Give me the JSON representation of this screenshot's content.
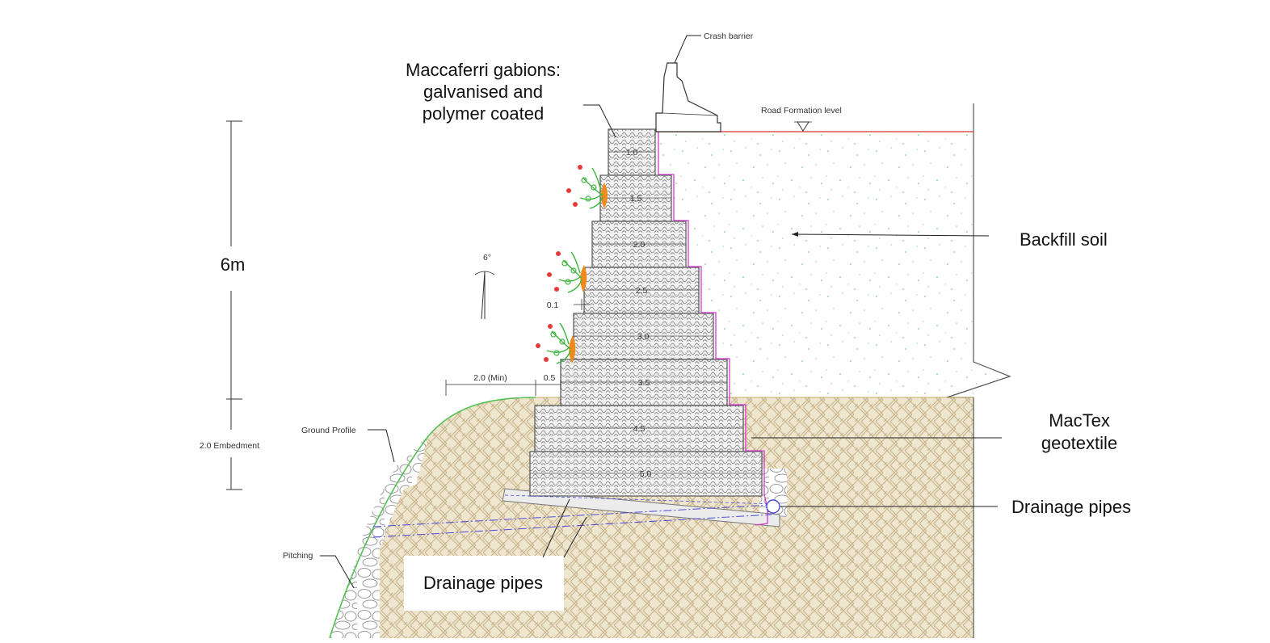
{
  "callouts": {
    "gabions_line1": "Maccaferri gabions:",
    "gabions_line2": "galvanised and",
    "gabions_line3": "polymer coated",
    "backfill": "Backfill soil",
    "geotextile_line1": "MacTex",
    "geotextile_line2": "geotextile",
    "drainage_right": "Drainage pipes",
    "drainage_bottom": "Drainage pipes"
  },
  "labels": {
    "crash_barrier": "Crash barrier",
    "road_formation": "Road Formation level",
    "ground_profile": "Ground Profile",
    "pitching": "Pitching",
    "embedment": "2.0 Embedment",
    "height": "6m",
    "batter_angle": "6°",
    "toe_width": "2.0 (Min)",
    "toe_step": "0.5",
    "setback": "0.1"
  },
  "gabion_widths": [
    "1.0",
    "1.5",
    "2.0",
    "2.5",
    "3.0",
    "3.5",
    "4.5",
    "5.0"
  ],
  "colors": {
    "road_line": "#e05555",
    "geotextile": "#d23ad2",
    "ground_profile": "#55c055",
    "drain": "#4a4ad8",
    "plant_orange": "#f08a1c",
    "plant_green": "#3db53d",
    "flower_red": "#e83a3a"
  }
}
